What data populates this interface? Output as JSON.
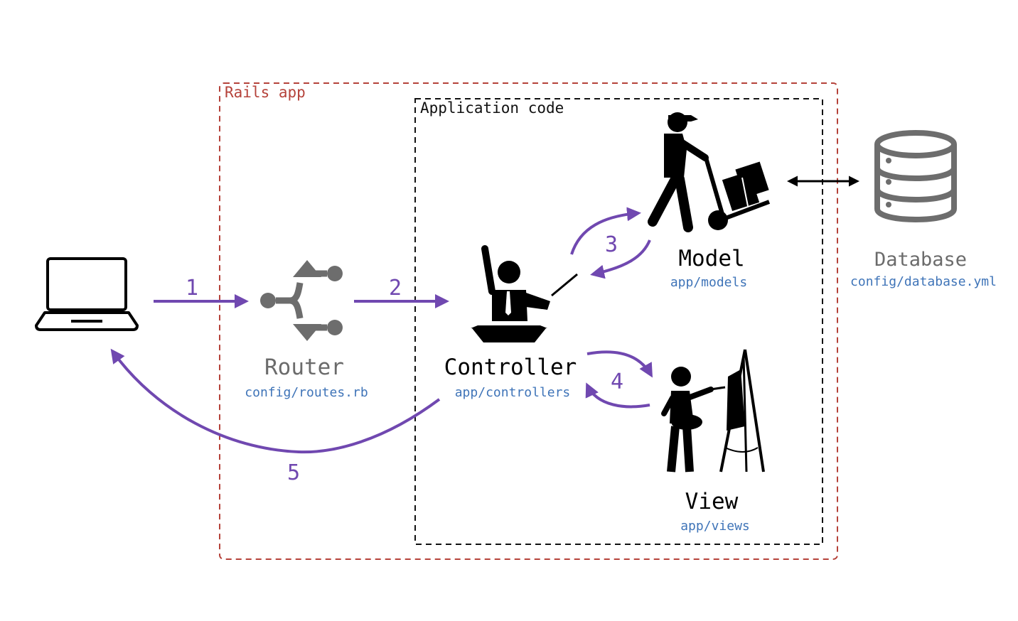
{
  "boxes": {
    "rails_app": {
      "label": "Rails app",
      "color": "#b5423a"
    },
    "app_code": {
      "label": "Application code",
      "color": "#111111"
    }
  },
  "nodes": {
    "router": {
      "label": "Router",
      "path": "config/routes.rb"
    },
    "controller": {
      "label": "Controller",
      "path": "app/controllers"
    },
    "model": {
      "label": "Model",
      "path": "app/models"
    },
    "view": {
      "label": "View",
      "path": "app/views"
    },
    "database": {
      "label": "Database",
      "path": "config/database.yml"
    }
  },
  "steps": [
    "1",
    "2",
    "3",
    "4",
    "5"
  ],
  "icons": {
    "client": "laptop-icon",
    "router": "router-fork-icon",
    "controller": "conductor-icon",
    "model": "delivery-worker-icon",
    "view": "painter-icon",
    "database": "database-icon"
  },
  "colors": {
    "arrow": "#7048b0",
    "path_text": "#3f74b8",
    "gray_label": "#6b6b6b",
    "icon_dark": "#000000",
    "icon_gray": "#6d6d6d"
  }
}
